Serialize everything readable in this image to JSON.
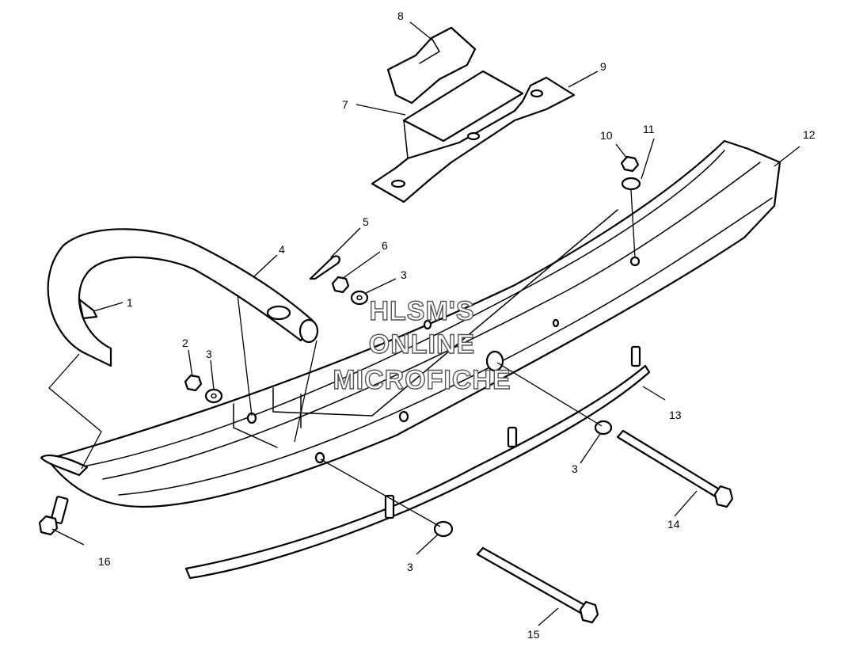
{
  "watermark": {
    "line1": "HLSM'S",
    "line2": "ONLINE",
    "line3": "MICROFICHE"
  },
  "callouts": [
    "1",
    "2",
    "3",
    "3",
    "3",
    "3",
    "4",
    "5",
    "6",
    "7",
    "8",
    "9",
    "10",
    "11",
    "12",
    "13",
    "14",
    "15",
    "16"
  ]
}
